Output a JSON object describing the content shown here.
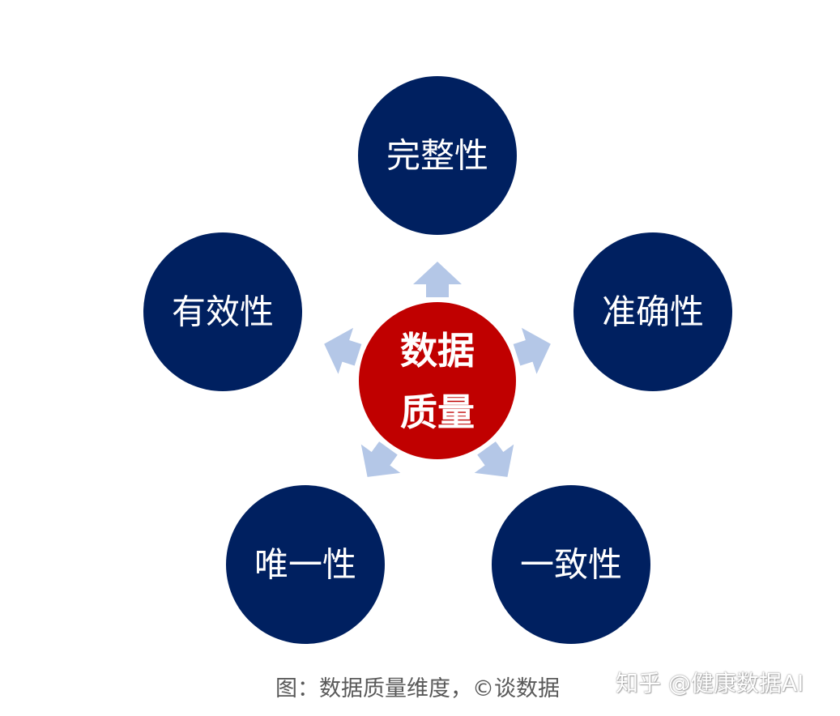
{
  "center": {
    "line1": "数据",
    "line2": "质量",
    "color": "#c00000"
  },
  "nodes": [
    {
      "label": "完整性"
    },
    {
      "label": "准确性"
    },
    {
      "label": "一致性"
    },
    {
      "label": "唯一性"
    },
    {
      "label": "有效性"
    }
  ],
  "node_color": "#002060",
  "arrow_color": "#b4c7e7",
  "caption": "图：数据质量维度，©谈数据",
  "watermark": "知乎 @健康数据AI"
}
